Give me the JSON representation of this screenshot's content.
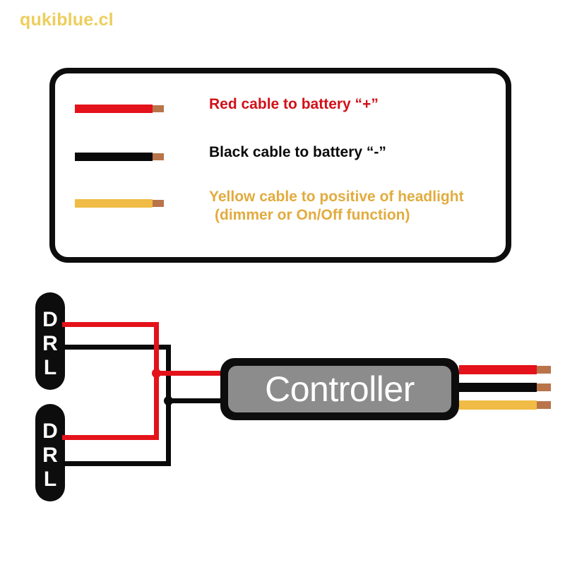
{
  "watermark": {
    "text": "qukiblue.cl",
    "color": "#edce5c"
  },
  "legend": {
    "rows": [
      {
        "swatch_color": "#e4121a",
        "tip_color": "#b9744a",
        "text_color": "#d21019",
        "label": "Red cable to battery “+”",
        "icon": "red-wire-icon"
      },
      {
        "swatch_color": "#0a0a0a",
        "tip_color": "#b9744a",
        "text_color": "#0a0a0a",
        "label": "Black cable to battery “-”",
        "icon": "black-wire-icon"
      },
      {
        "swatch_color": "#f0bc46",
        "tip_color": "#b9744a",
        "text_color": "#e2ab3e",
        "label": "Yellow cable to positive of headlight",
        "label_line2": "(dimmer or On/Off function)",
        "icon": "yellow-wire-icon"
      }
    ]
  },
  "diagram": {
    "drl_modules": [
      {
        "name": "drl-top",
        "letters": [
          "D",
          "R",
          "L"
        ]
      },
      {
        "name": "drl-bottom",
        "letters": [
          "D",
          "R",
          "L"
        ]
      }
    ],
    "controller": {
      "label": "Controller",
      "body_color": "#0d0d0d",
      "face_color": "#8c8c8c",
      "text_color": "#ffffff"
    },
    "wire_colors": {
      "red": "#e4121a",
      "black": "#0a0a0a",
      "yellow": "#f0bc46",
      "copper": "#b9744a"
    },
    "output_cables": [
      {
        "color": "#e4121a",
        "name": "output-cable-red"
      },
      {
        "color": "#0a0a0a",
        "name": "output-cable-black"
      },
      {
        "color": "#f0bc46",
        "name": "output-cable-yellow"
      }
    ]
  }
}
